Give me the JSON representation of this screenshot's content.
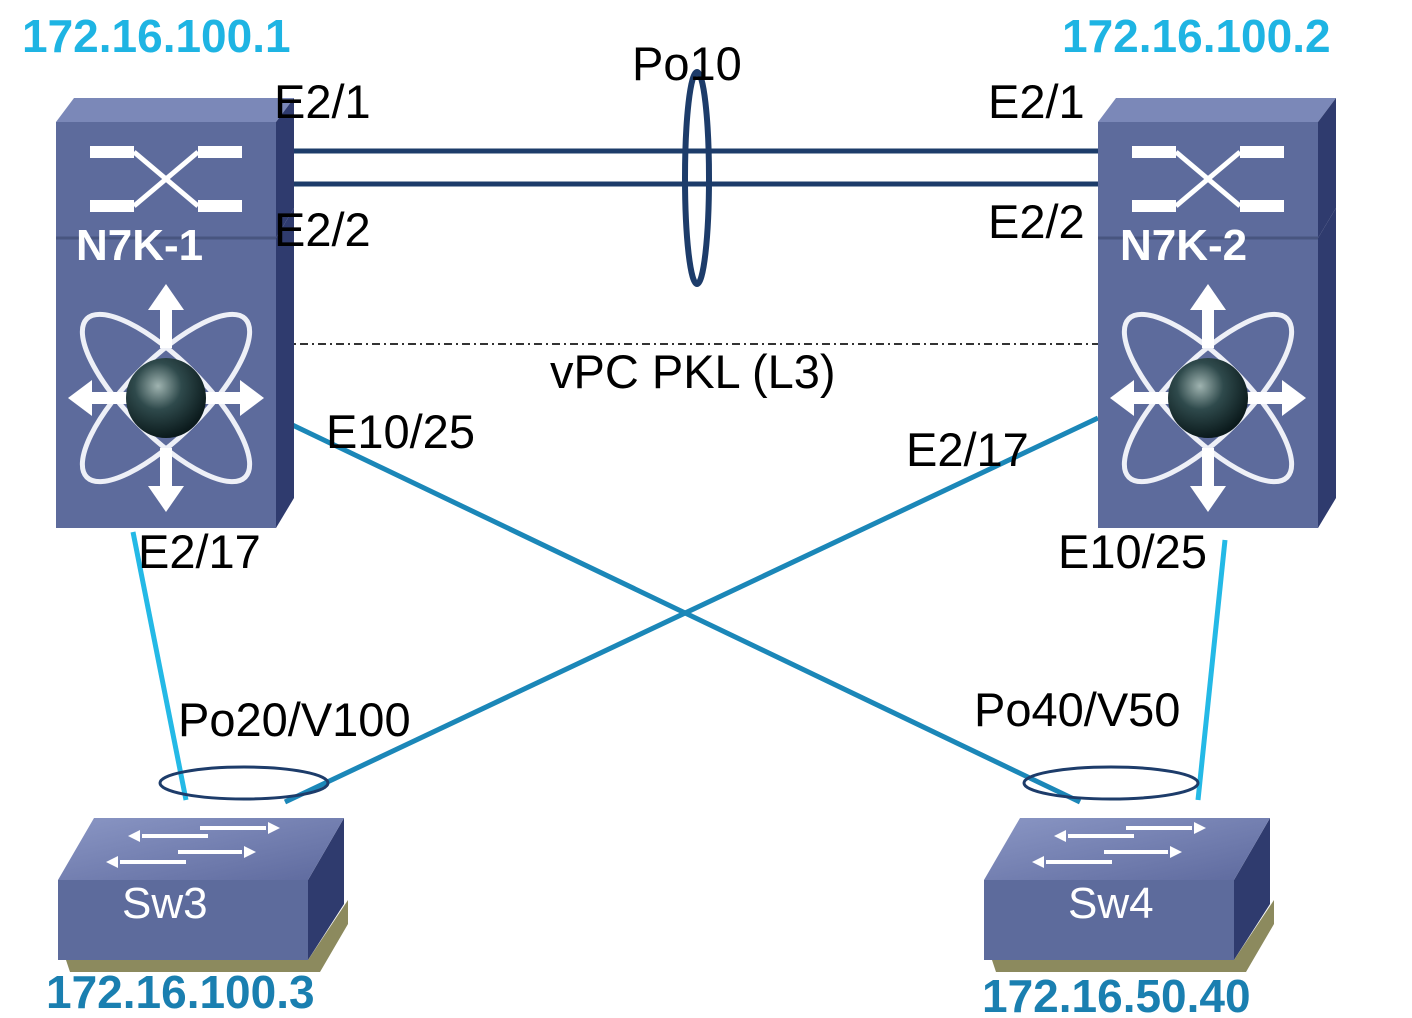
{
  "colors": {
    "ip_light": "#1eb4e3",
    "ip_dark": "#1a7fb0",
    "link_dark": "#1d3c6a",
    "link_teal": "#1b87b8",
    "link_light": "#24b9e6",
    "device_body": "#5d6b9c",
    "device_edge": "#2f3b6e",
    "switch_base": "#8c8a5e"
  },
  "devices": {
    "n7k1": {
      "name": "N7K-1",
      "ip": "172.16.100.1",
      "icon": "nexus-7000-switch-icon"
    },
    "n7k2": {
      "name": "N7K-2",
      "ip": "172.16.100.2",
      "icon": "nexus-7000-switch-icon"
    },
    "sw3": {
      "name": "Sw3",
      "ip": "172.16.100.3",
      "icon": "workgroup-switch-icon"
    },
    "sw4": {
      "name": "Sw4",
      "ip": "172.16.50.40",
      "icon": "workgroup-switch-icon"
    }
  },
  "links": {
    "peer_link": {
      "name": "Po10",
      "left_top_port": "E2/1",
      "right_top_port": "E2/1",
      "left_bottom_port": "E2/2",
      "right_bottom_port": "E2/2"
    },
    "keepalive": {
      "name": "vPC PKL (L3)"
    },
    "n7k1_e10_25": "E10/25",
    "n7k2_e2_17": "E2/17",
    "n7k1_e2_17": "E2/17",
    "n7k2_e10_25": "E10/25",
    "po20": "Po20/V100",
    "po40": "Po40/V50"
  }
}
